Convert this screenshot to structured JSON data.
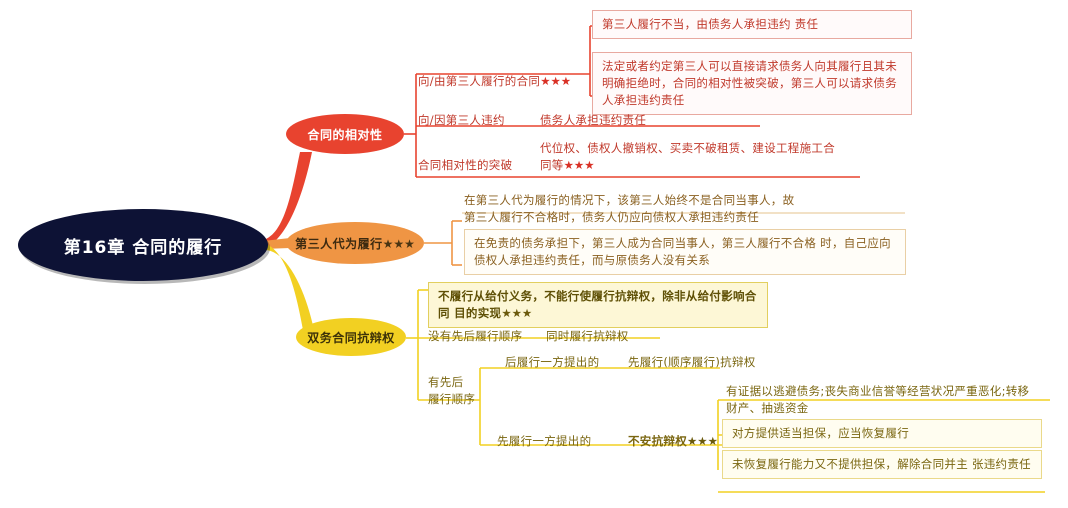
{
  "mindmap": {
    "title": "第16章  合同的履行",
    "colors": {
      "center": "#0d1235",
      "branch_red": "#e8432f",
      "branch_orange": "#ef9544",
      "branch_yellow": "#f2d022",
      "text_red": "#c0392b",
      "text_orange": "#8a6020",
      "text_yellow": "#7a6610"
    },
    "branches": [
      {
        "id": "relativity",
        "label": "合同的相对性",
        "color": "#e8432f",
        "children": [
          {
            "label": "向/由第三人履行的合同",
            "stars": "★★★",
            "notes": [
              "第三人履行不当，由债务人承担违约\n责任",
              "法定或者约定第三人可以直接请求债务人向其履行且其未\n明确拒绝时，合同的相对性被突破，第三人可以请求债务\n人承担违约责任"
            ]
          },
          {
            "label": "向/因第三人违约",
            "stars": "",
            "value": "债务人承担违约责任"
          },
          {
            "label": "合同相对性的突破",
            "stars": "",
            "value": "代位权、债权人撤销权、买卖不破租赁、建设工程施工合\n同等",
            "value_stars": "★★★"
          }
        ]
      },
      {
        "id": "third-party-performance",
        "label": "第三人代为履行",
        "stars": "★★★",
        "color": "#ef9544",
        "notes": [
          "在第三人代为履行的情况下，该第三人始终不是合同当事人，故\n第三人履行不合格时，债务人仍应向债权人承担违约责任",
          "在免责的债务承担下，第三人成为合同当事人，第三人履行不合格\n时，自己应向债权人承担违约责任，而与原债务人没有关系"
        ]
      },
      {
        "id": "bilateral-defense",
        "label": "双务合同抗辩权",
        "color": "#f2d022",
        "highlight": {
          "text": "不履行从给付义务，不能行使履行抗辩权，除非从给付影响合同\n目的实现",
          "stars": "★★★"
        },
        "children": [
          {
            "label": "没有先后履行顺序",
            "value": "同时履行抗辩权"
          },
          {
            "label": "有先后\n履行顺序",
            "sub": [
              {
                "label": "后履行一方提出的",
                "value": "先履行(顺序履行)抗辩权"
              },
              {
                "label": "先履行一方提出的",
                "value": "不安抗辩权",
                "stars": "★★★",
                "notes": [
                  "有证据以逃避债务;丧失商业信誉等经营状况严重恶化;转移\n财产、抽逃资金",
                  "对方提供适当担保，应当恢复履行",
                  "未恢复履行能力又不提供担保，解除合同并主\n张违约责任"
                ]
              }
            ]
          }
        ]
      }
    ]
  }
}
